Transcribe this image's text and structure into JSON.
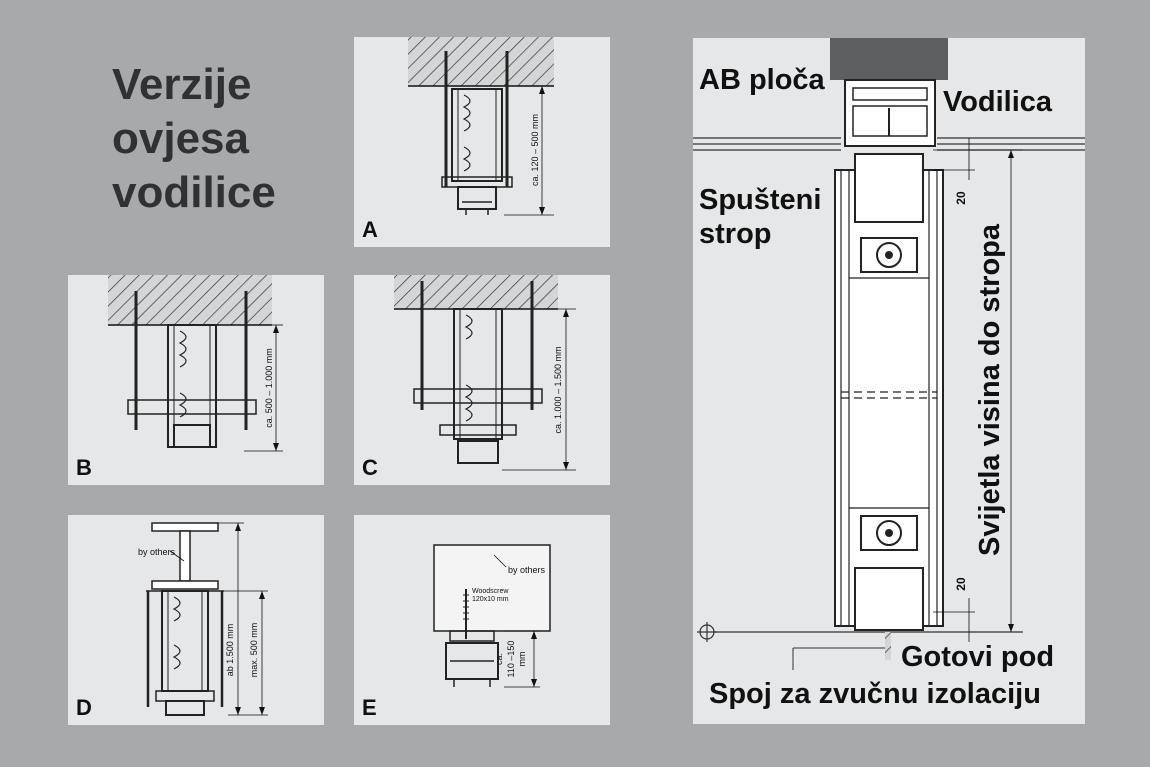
{
  "title": {
    "line1": "Verzije",
    "line2": "ovjesa",
    "line3": "vodilice"
  },
  "panels": {
    "a": {
      "label": "A",
      "dim": "ca. 120 – 500 mm"
    },
    "b": {
      "label": "B",
      "dim": "ca. 500 – 1.000 mm"
    },
    "c": {
      "label": "C",
      "dim": "ca. 1.000 – 1.500 mm"
    },
    "d": {
      "label": "D",
      "note": "by others",
      "dim1": "ab 1.500 mm",
      "dim2": "max. 500 mm"
    },
    "e": {
      "label": "E",
      "note": "by others",
      "screw1": "Woodscrew",
      "screw2": "120x10 mm",
      "dim1": "ca.",
      "dim2": "110 –150",
      "dim3": "mm"
    }
  },
  "main": {
    "ab_ploca": "AB ploča",
    "vodilica": "Vodilica",
    "spusteni1": "Spušteni",
    "spusteni2": "strop",
    "visina": "Svijetla visina do stropa",
    "gotovi_pod": "Gotovi pod",
    "spoj": "Spoj za zvučnu izolaciju",
    "dim_top": "20",
    "dim_bottom": "20"
  }
}
